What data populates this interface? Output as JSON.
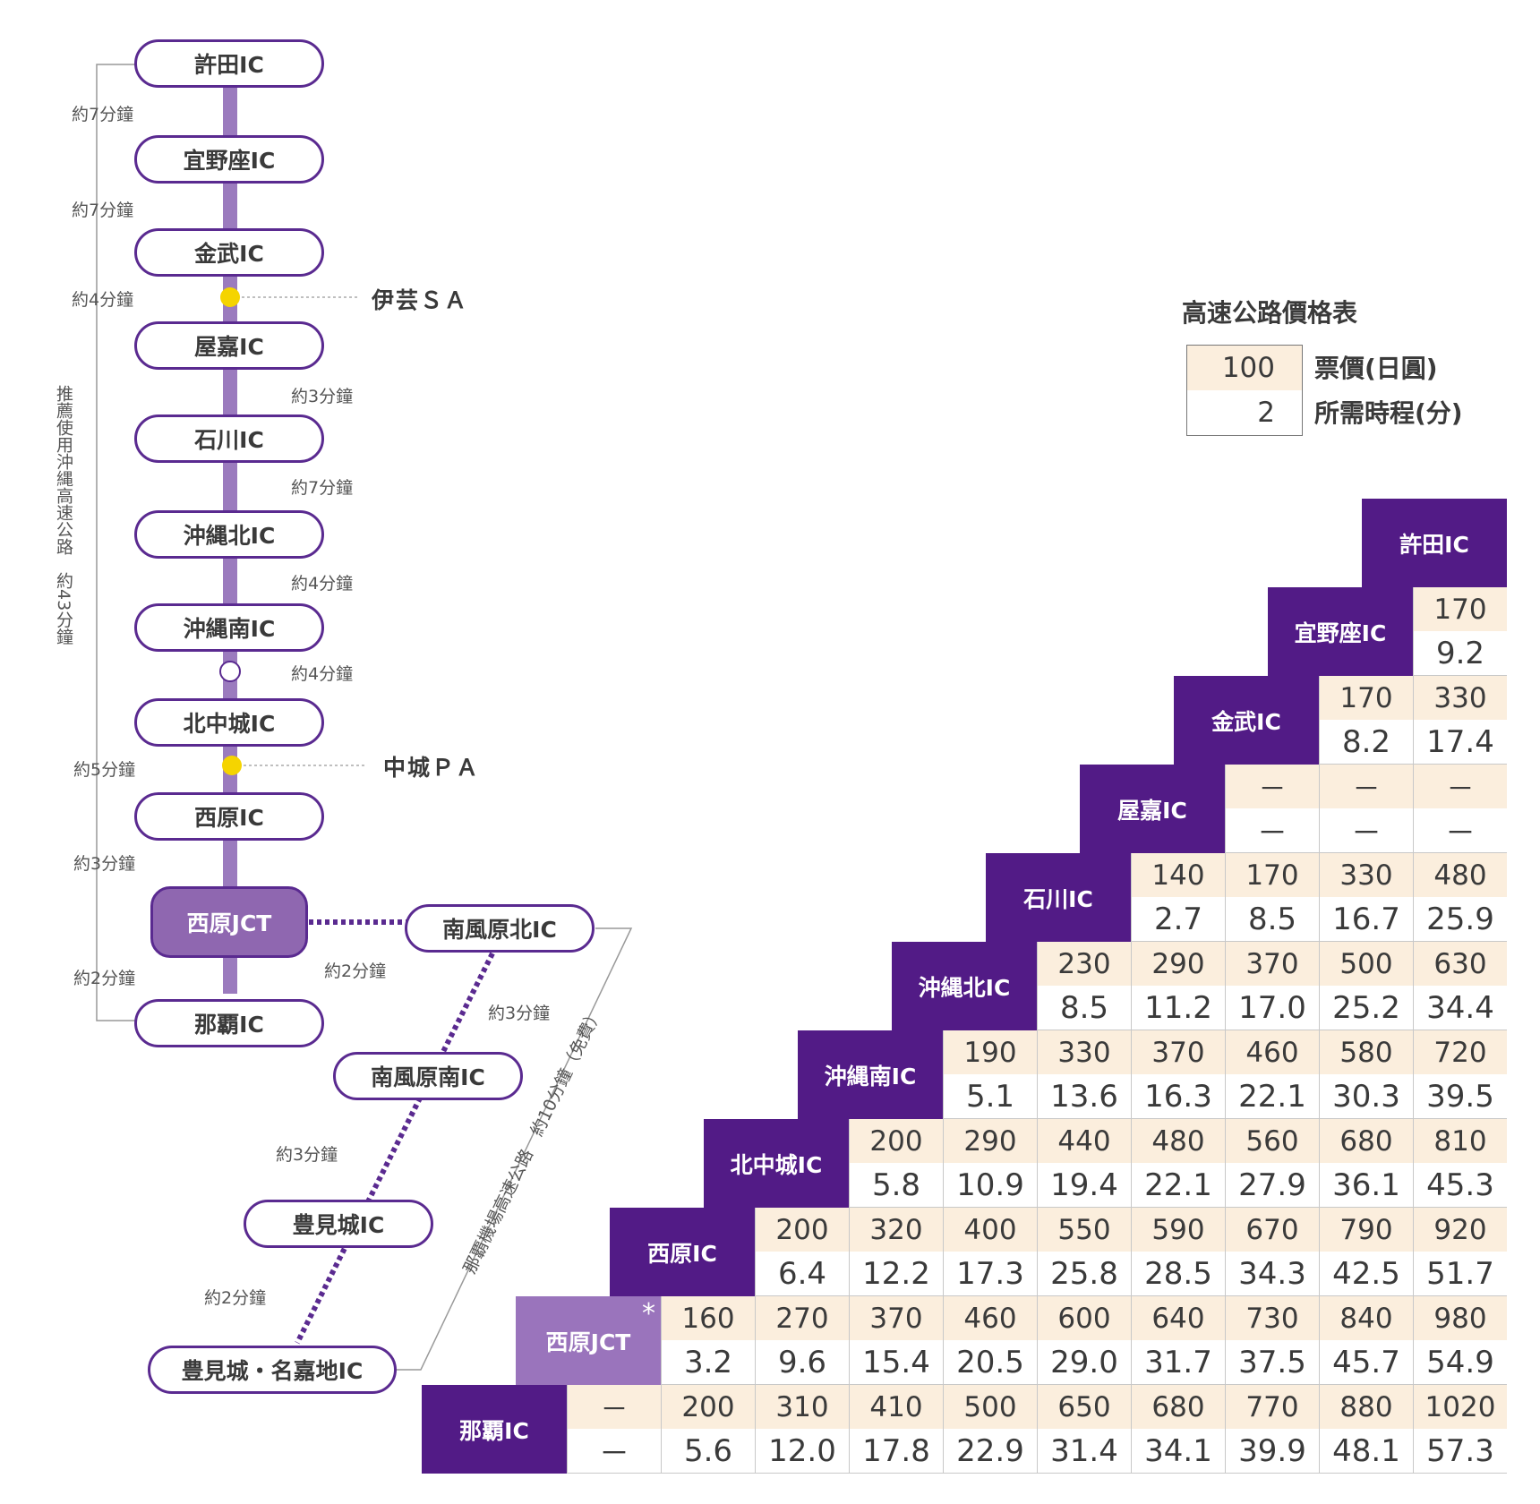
{
  "colors": {
    "main_purple": "#521b86",
    "line_purple": "#9b7bbe",
    "jct_purple": "#9a74bc",
    "fare_bg": "#fbeedd",
    "sa_dot": "#f5d400"
  },
  "main_route": {
    "ics": [
      "許田IC",
      "宜野座IC",
      "金武IC",
      "屋嘉IC",
      "石川IC",
      "沖縄北IC",
      "沖縄南IC",
      "北中城IC",
      "西原IC",
      "西原JCT",
      "那覇IC"
    ],
    "times": [
      "約7分鐘",
      "約7分鐘",
      "約4分鐘",
      "約3分鐘",
      "約7分鐘",
      "約4分鐘",
      "約4分鐘",
      "約5分鐘",
      "約3分鐘",
      "約2分鐘"
    ],
    "service_areas": [
      "伊芸ＳＡ",
      "中城ＰＡ"
    ],
    "bracket_label": "推薦使用沖縄高速公路　約43分鐘"
  },
  "branch_route": {
    "ics": [
      "南風原北IC",
      "南風原南IC",
      "豊見城IC",
      "豊見城・名嘉地IC"
    ],
    "times": [
      "約2分鐘",
      "約3分鐘",
      "約3分鐘",
      "約2分鐘"
    ],
    "bracket_label": "那覇機場高速公路　約10分鐘（免費）"
  },
  "legend": {
    "title": "高速公路價格表",
    "sample_fare": "100",
    "sample_time": "2",
    "fare_label": "票價(日圓)",
    "time_label": "所需時程(分)"
  },
  "table": {
    "headers": [
      "許田IC",
      "宜野座IC",
      "金武IC",
      "屋嘉IC",
      "石川IC",
      "沖縄北IC",
      "沖縄南IC",
      "北中城IC",
      "西原IC",
      "西原JCT",
      "那覇IC"
    ],
    "jct_note": "*",
    "rows": [
      {
        "fares": [],
        "times": []
      },
      {
        "fares": [
          "170"
        ],
        "times": [
          "9.2"
        ]
      },
      {
        "fares": [
          "170",
          "330"
        ],
        "times": [
          "8.2",
          "17.4"
        ]
      },
      {
        "fares": [
          "－",
          "－",
          "－"
        ],
        "times": [
          "－",
          "－",
          "－"
        ]
      },
      {
        "fares": [
          "140",
          "170",
          "330",
          "480"
        ],
        "times": [
          "2.7",
          "8.5",
          "16.7",
          "25.9"
        ]
      },
      {
        "fares": [
          "230",
          "290",
          "370",
          "500",
          "630"
        ],
        "times": [
          "8.5",
          "11.2",
          "17.0",
          "25.2",
          "34.4"
        ]
      },
      {
        "fares": [
          "190",
          "330",
          "370",
          "460",
          "580",
          "720"
        ],
        "times": [
          "5.1",
          "13.6",
          "16.3",
          "22.1",
          "30.3",
          "39.5"
        ]
      },
      {
        "fares": [
          "200",
          "290",
          "440",
          "480",
          "560",
          "680",
          "810"
        ],
        "times": [
          "5.8",
          "10.9",
          "19.4",
          "22.1",
          "27.9",
          "36.1",
          "45.3"
        ]
      },
      {
        "fares": [
          "200",
          "320",
          "400",
          "550",
          "590",
          "670",
          "790",
          "920"
        ],
        "times": [
          "6.4",
          "12.2",
          "17.3",
          "25.8",
          "28.5",
          "34.3",
          "42.5",
          "51.7"
        ]
      },
      {
        "fares": [
          "160",
          "270",
          "370",
          "460",
          "600",
          "640",
          "730",
          "840",
          "980"
        ],
        "times": [
          "3.2",
          "9.6",
          "15.4",
          "20.5",
          "29.0",
          "31.7",
          "37.5",
          "45.7",
          "54.9"
        ]
      },
      {
        "fares": [
          "－",
          "200",
          "310",
          "410",
          "500",
          "650",
          "680",
          "770",
          "880",
          "1020"
        ],
        "times": [
          "－",
          "5.6",
          "12.0",
          "17.8",
          "22.9",
          "31.4",
          "34.1",
          "39.9",
          "48.1",
          "57.3"
        ]
      }
    ]
  }
}
